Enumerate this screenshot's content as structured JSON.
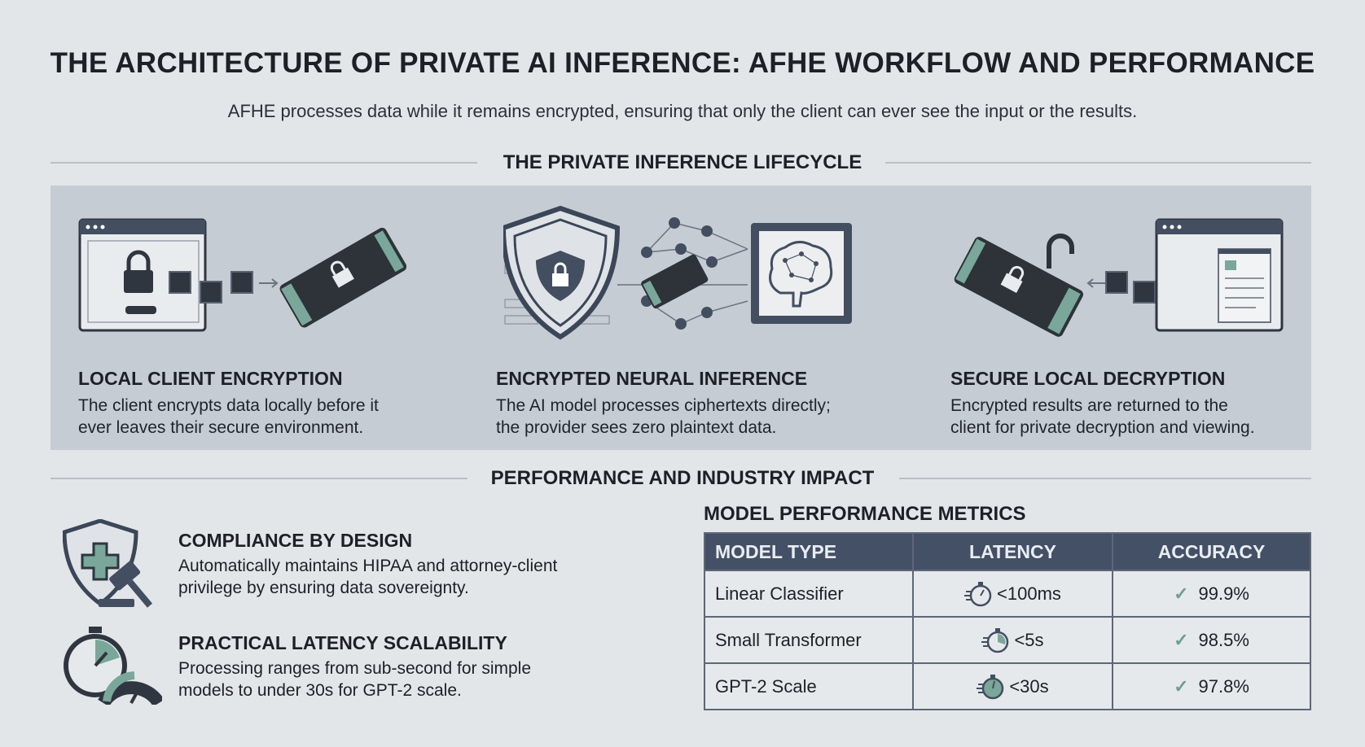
{
  "title": "THE ARCHITECTURE OF PRIVATE AI INFERENCE: AFHE WORKFLOW AND PERFORMANCE",
  "subtitle": "AFHE processes data while it remains encrypted, ensuring that only the client can ever see the input or the results.",
  "lifecycle": {
    "heading": "THE PRIVATE INFERENCE LIFECYCLE",
    "steps": [
      {
        "title": "LOCAL CLIENT ENCRYPTION",
        "line1": "The client encrypts data locally before it",
        "line2": "ever leaves their secure environment.",
        "icon": "browser-lock-encrypt-icon"
      },
      {
        "title": "ENCRYPTED NEURAL INFERENCE",
        "line1": "The AI model processes ciphertexts directly;",
        "line2": "the provider sees zero plaintext data.",
        "icon": "shield-neural-brain-icon"
      },
      {
        "title": "SECURE LOCAL DECRYPTION",
        "line1": "Encrypted results are returned to the",
        "line2": "client for private decryption and viewing.",
        "icon": "unlock-decrypt-browser-icon"
      }
    ]
  },
  "impact": {
    "heading": "PERFORMANCE AND INDUSTRY IMPACT",
    "features": [
      {
        "title": "COMPLIANCE BY DESIGN",
        "line1": "Automatically maintains HIPAA and attorney-client",
        "line2": "privilege by ensuring data sovereignty.",
        "icon": "shield-gavel-icon"
      },
      {
        "title": "PRACTICAL LATENCY SCALABILITY",
        "line1": "Processing ranges from sub-second for simple",
        "line2": "models to under 30s for GPT-2 scale.",
        "icon": "stopwatch-gauge-icon"
      }
    ]
  },
  "metrics": {
    "title": "MODEL PERFORMANCE METRICS",
    "headers": [
      "MODEL TYPE",
      "LATENCY",
      "ACCURACY"
    ],
    "rows": [
      {
        "model": "Linear Classifier",
        "latency": "<100ms",
        "accuracy": "99.9%"
      },
      {
        "model": "Small Transformer",
        "latency": "<5s",
        "accuracy": "98.5%"
      },
      {
        "model": "GPT-2 Scale",
        "latency": "<30s",
        "accuracy": "97.8%"
      }
    ]
  },
  "colors": {
    "navy": "#435066",
    "teal": "#7aa79a",
    "panel": "#c6ccd3",
    "background": "#e3e6e9"
  }
}
